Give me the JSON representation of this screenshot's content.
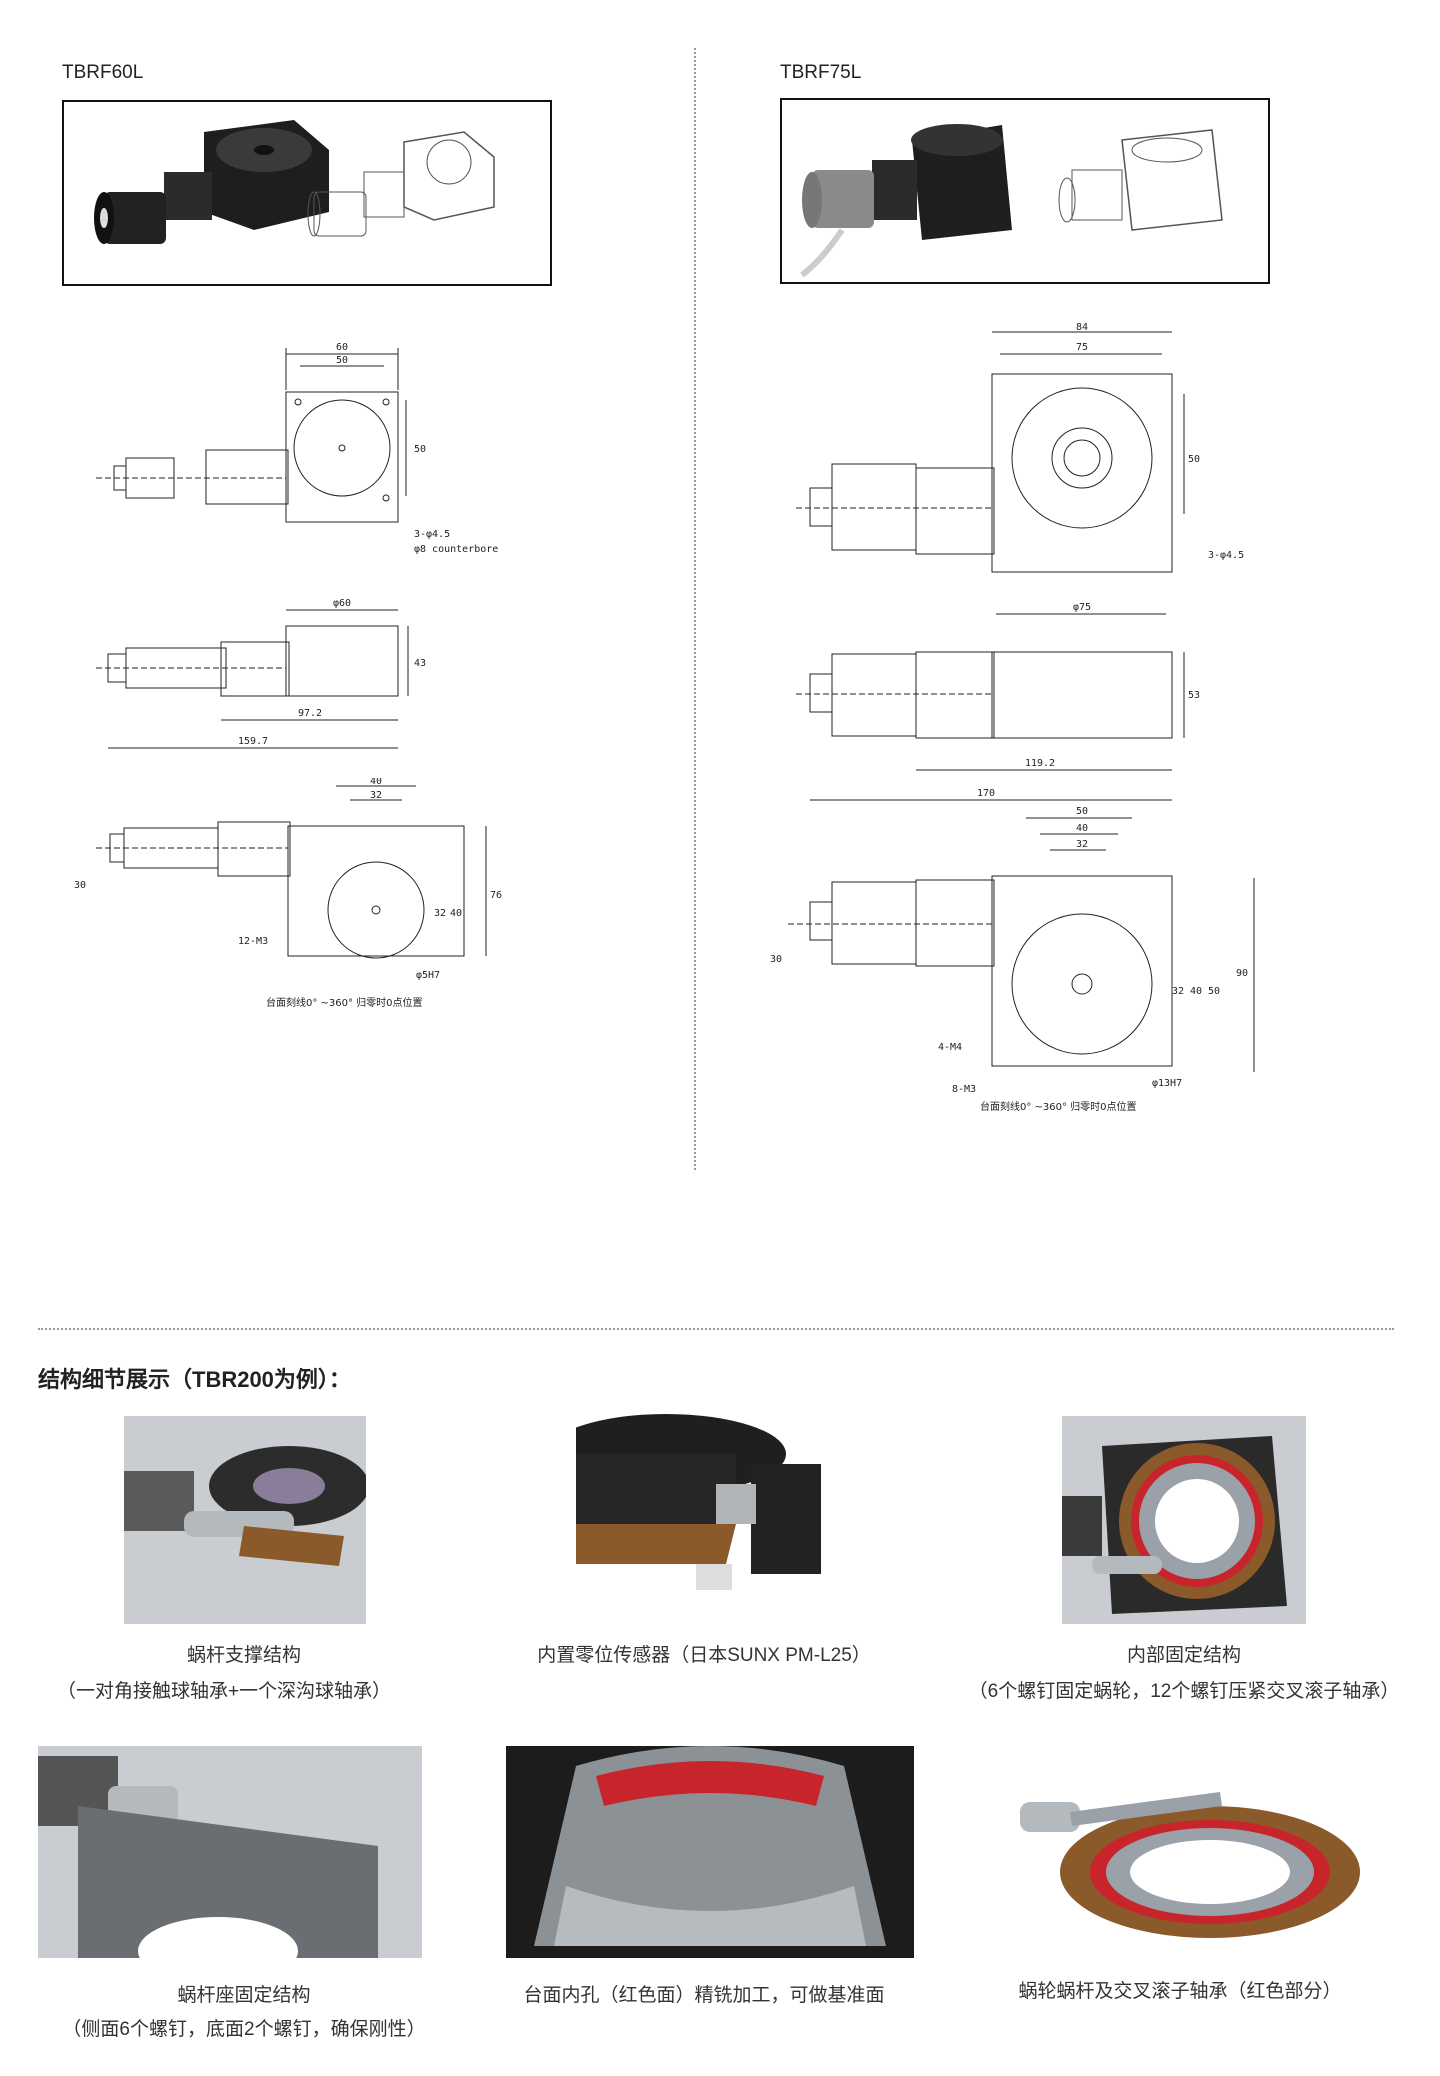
{
  "products": [
    {
      "name": "TBRF60L",
      "dims": {
        "top_w1": "60",
        "top_w2": "50",
        "top_h": "50",
        "top_holes": "3-φ4.5",
        "top_cbore": "φ8 counterbore",
        "side_dia": "φ60",
        "side_h": "43",
        "side_l1": "97.2",
        "side_l2": "159.7",
        "bot_w1": "40",
        "bot_w2": "32",
        "bot_h0": "30",
        "bot_h1": "32",
        "bot_h2": "40",
        "bot_h3": "76",
        "bot_thread": "12-M3",
        "bot_bore": "φ5H7",
        "scale_note": "台面刻线0° ~360° 归零时0点位置"
      }
    },
    {
      "name": "TBRF75L",
      "dims": {
        "top_w1": "84",
        "top_w2": "75",
        "top_h": "50",
        "top_holes": "3-φ4.5",
        "side_dia": "φ75",
        "side_h": "53",
        "side_l1": "119.2",
        "side_l2": "170",
        "bot_w1": "50",
        "bot_w2": "40",
        "bot_w3": "32",
        "bot_h0": "30",
        "bot_h1": "32",
        "bot_h2": "40",
        "bot_h3": "50",
        "bot_h4": "90",
        "bot_thread1": "4-M4",
        "bot_thread2": "8-M3",
        "bot_bore": "φ13H7",
        "scale_note": "台面刻线0° ~360° 归零时0点位置"
      }
    }
  ],
  "details_title": "结构细节展示（TBR200为例）：",
  "details": [
    {
      "line1": "蜗杆支撑结构",
      "line2": "（一对角接触球轴承+一个深沟球轴承）"
    },
    {
      "line1": "内置零位传感器（日本SUNX PM-L25）",
      "line2": ""
    },
    {
      "line1": "内部固定结构",
      "line2": "（6个螺钉固定蜗轮，12个螺钉压紧交叉滚子轴承）"
    },
    {
      "line1": "蜗杆座固定结构",
      "line2": "（侧面6个螺钉，底面2个螺钉，确保刚性）"
    },
    {
      "line1": "台面内孔（红色面）精铣加工，可做基准面",
      "line2": ""
    },
    {
      "line1": "蜗轮蜗杆及交叉滚子轴承（红色部分）",
      "line2": ""
    }
  ],
  "colors": {
    "bronze": "#8a5a2b",
    "red": "#c8242c",
    "steel": "#9aa1a8",
    "dark": "#2a2a2a",
    "render_bg": "#c9cdd1"
  }
}
